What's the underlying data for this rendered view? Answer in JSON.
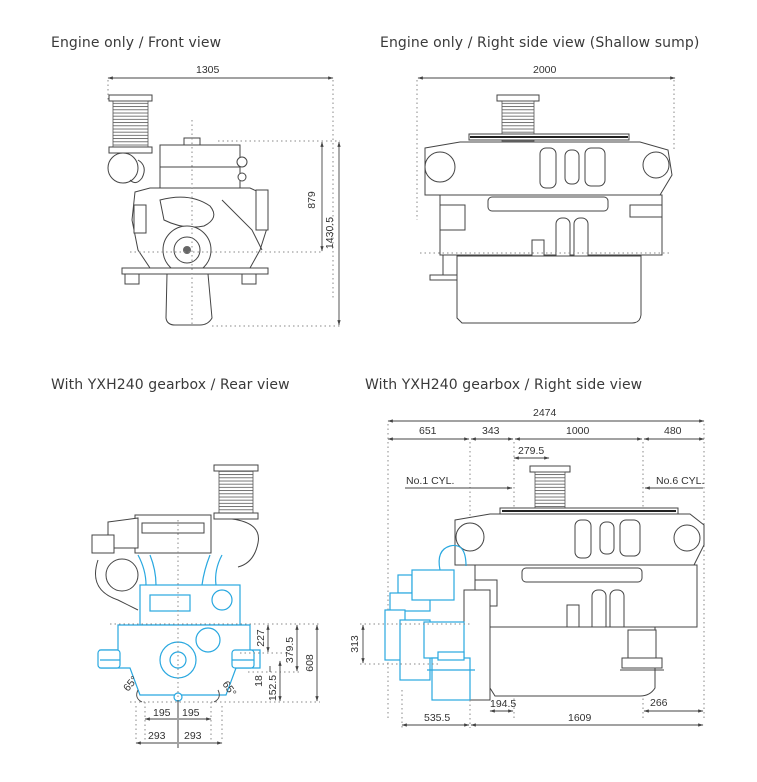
{
  "views": {
    "front": {
      "title": "Engine only / Front view",
      "dims": {
        "width": "1305",
        "height_upper": "879",
        "height_total": "1430.5"
      }
    },
    "side": {
      "title": "Engine only / Right side view (Shallow sump)",
      "dims": {
        "length": "2000"
      }
    },
    "rear": {
      "title": "With YXH240 gearbox / Rear view",
      "dims": {
        "d227": "227",
        "d379_5": "379.5",
        "d608": "608",
        "d18": "18",
        "d152_5": "152.5",
        "mount_in_left": "195",
        "mount_in_right": "195",
        "mount_out_left": "293",
        "mount_out_right": "293",
        "angle_left": "65°",
        "angle_right": "65°"
      }
    },
    "gear_side": {
      "title": "With YXH240 gearbox / Right side view",
      "dims": {
        "total": "2474",
        "seg1": "651",
        "seg2": "343",
        "seg3": "1000",
        "seg4": "480",
        "d279_5": "279.5",
        "d313": "313",
        "d194_5": "194.5",
        "d266": "266",
        "d535_5": "535.5",
        "d1609": "1609"
      },
      "labels": {
        "cyl1": "No.1 CYL.",
        "cyl6": "No.6 CYL."
      }
    }
  },
  "colors": {
    "gearbox_highlight": "#29a8e0",
    "line": "#444444"
  }
}
